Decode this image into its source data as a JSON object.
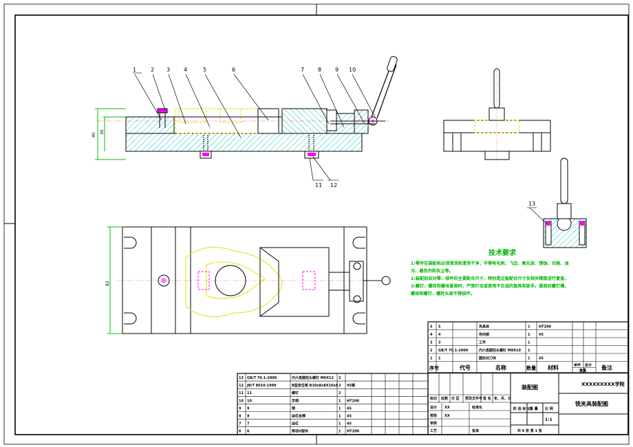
{
  "callouts_front": [
    "1",
    "2",
    "3",
    "4",
    "5",
    "6",
    "7",
    "8",
    "9",
    "10",
    "11",
    "12"
  ],
  "callout_side": "13",
  "dims": {
    "overall_height": "40",
    "base_height": "30",
    "plan_width": "82"
  },
  "tech": {
    "title": "技术要求",
    "lines": [
      "1:零件在装配前必须清洗和清洗干净，不得有毛刺、飞边、氧化皮、锈蚀、切屑、油",
      "污、着色剂和灰尘等。",
      "2:装配前应对零、部件的主要配合尺寸，特别是过盈配合尺寸及相关精度进行复查。",
      "3:螺钉、螺栓和螺母紧固时，严禁打击或使用不合适的旋具和扳手。紧固后螺钉槽、",
      "螺母和螺钉、螺栓头部不得损坏。"
    ]
  },
  "bom_right": {
    "rows": [
      [
        "5",
        "5",
        "",
        "夹具体",
        "1",
        "HT200",
        ""
      ],
      [
        "4",
        "4",
        "",
        "导向销",
        "1",
        "45",
        ""
      ],
      [
        "3",
        "3",
        "",
        "工件",
        "1",
        "",
        ""
      ],
      [
        "2",
        "GB/T 70.1-2000",
        "",
        "内六角圆柱头螺钉 M8X10",
        "1",
        "",
        ""
      ],
      [
        "1",
        "1",
        "",
        "圆形对刀块",
        "1",
        "45",
        ""
      ]
    ],
    "header": {
      "seq": "序号",
      "code": "代号",
      "name": "名称",
      "qty": "数量",
      "material": "材料",
      "single": "单件",
      "total": "总计",
      "weight": "重量",
      "remark": "备注"
    }
  },
  "bom_left": {
    "rows": [
      [
        "13",
        "GB/T 70.1-2000",
        "内六角圆柱头螺钉 M6X12",
        "2",
        ""
      ],
      [
        "12",
        "JB/T 8010-1999",
        "B型定位销 B10x8x8X16x8",
        "2",
        "45钢"
      ],
      [
        "11",
        "11",
        "螺钉",
        "2",
        ""
      ],
      [
        "10",
        "10",
        "手柄",
        "1",
        "HT200"
      ],
      [
        "9",
        "9",
        "销",
        "1",
        "45"
      ],
      [
        "8",
        "8",
        "丝杠支撑",
        "1",
        "45"
      ],
      [
        "7",
        "7",
        "丝杠",
        "1",
        "45"
      ],
      [
        "6",
        "6",
        "移动V型块",
        "1",
        "HT200"
      ]
    ]
  },
  "title_block": {
    "school": "XXXXXXXXX学院",
    "drawing_name": "铣夹具装配图",
    "assembly": "装配图",
    "rev_headers": [
      "标记",
      "处数",
      "分 区",
      "更改文件号",
      "签 名",
      "年、月、日"
    ],
    "design": "设计",
    "design_val": "XX",
    "std": "标准化",
    "check": "校核",
    "check_val": "XX",
    "review": "审核",
    "process": "工艺",
    "approve": "批准",
    "stage_headers": [
      "阶 段 标 记",
      "重 量",
      "比 例"
    ],
    "scale": "1:1",
    "sheets": "共 6 张 第 1 张"
  },
  "colors": {
    "hatch": "#00c0c0",
    "hidden": "#e8e000",
    "pin": "#ff00ff",
    "dim": "#00c000",
    "line": "#000000"
  }
}
